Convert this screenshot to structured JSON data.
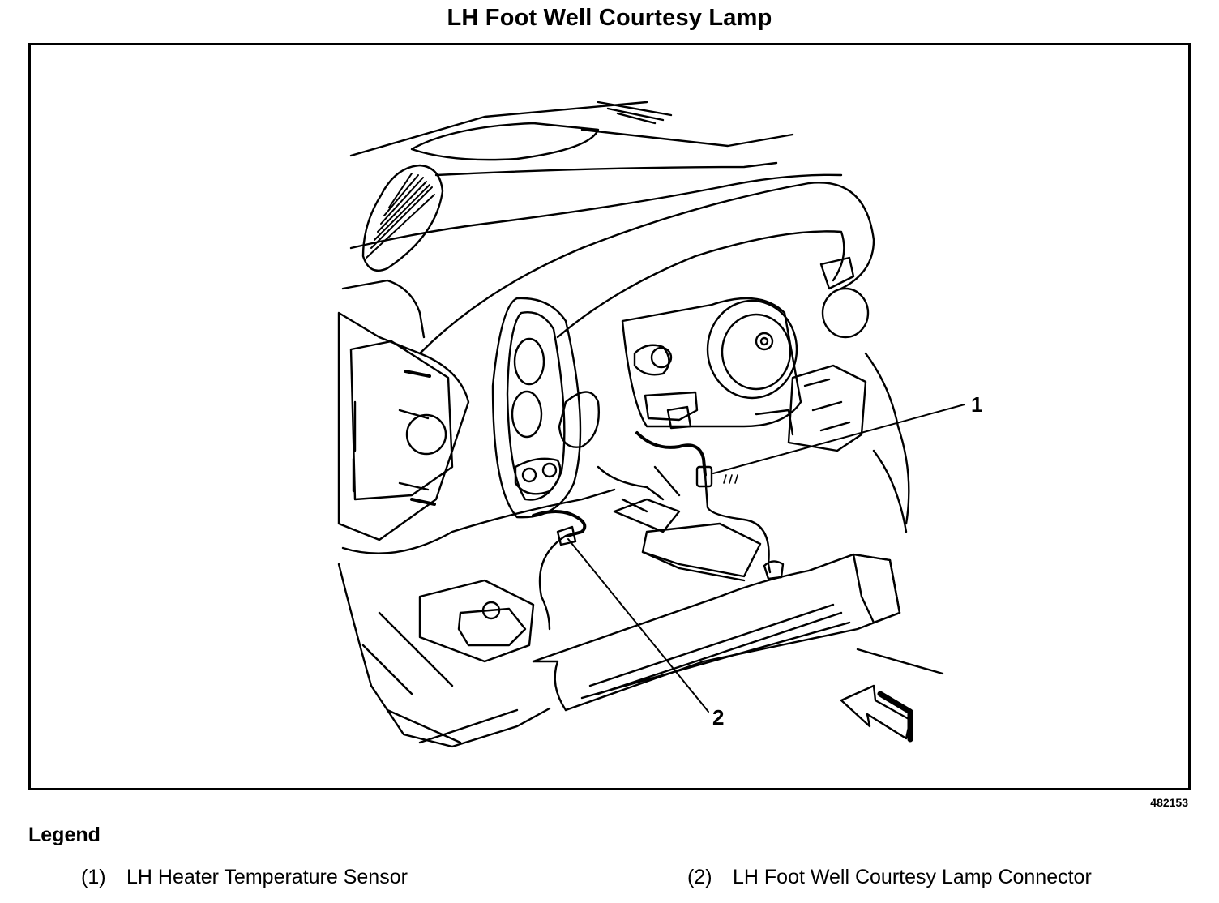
{
  "title": "LH Foot Well Courtesy Lamp",
  "figure_id": "482153",
  "callouts": [
    {
      "label": "1"
    },
    {
      "label": "2"
    }
  ],
  "legend": {
    "heading": "Legend",
    "items": [
      {
        "number": "(1)",
        "text": "LH Heater Temperature Sensor"
      },
      {
        "number": "(2)",
        "text": "LH Foot Well Courtesy Lamp Connector"
      }
    ]
  }
}
